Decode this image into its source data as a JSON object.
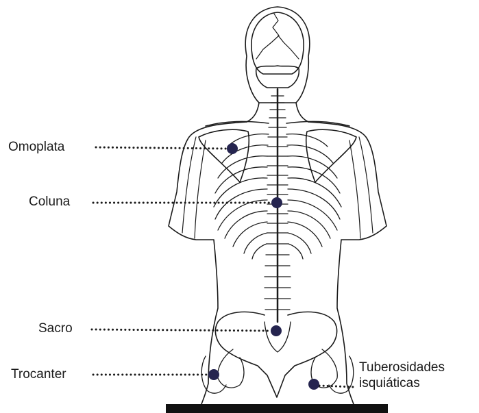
{
  "labels": {
    "omoplata": "Omoplata",
    "coluna": "Coluna",
    "sacro": "Sacro",
    "trocanter": "Trocanter",
    "tuberosidades_line1": "Tuberosidades",
    "tuberosidades_line2": "isquiáticas"
  },
  "colors": {
    "marker": "#25244f",
    "line": "#1a1a1a",
    "base": "#111111"
  },
  "icons": {
    "figure": "skeleton-back-view-icon",
    "marker": "pressure-point-dot-icon"
  }
}
